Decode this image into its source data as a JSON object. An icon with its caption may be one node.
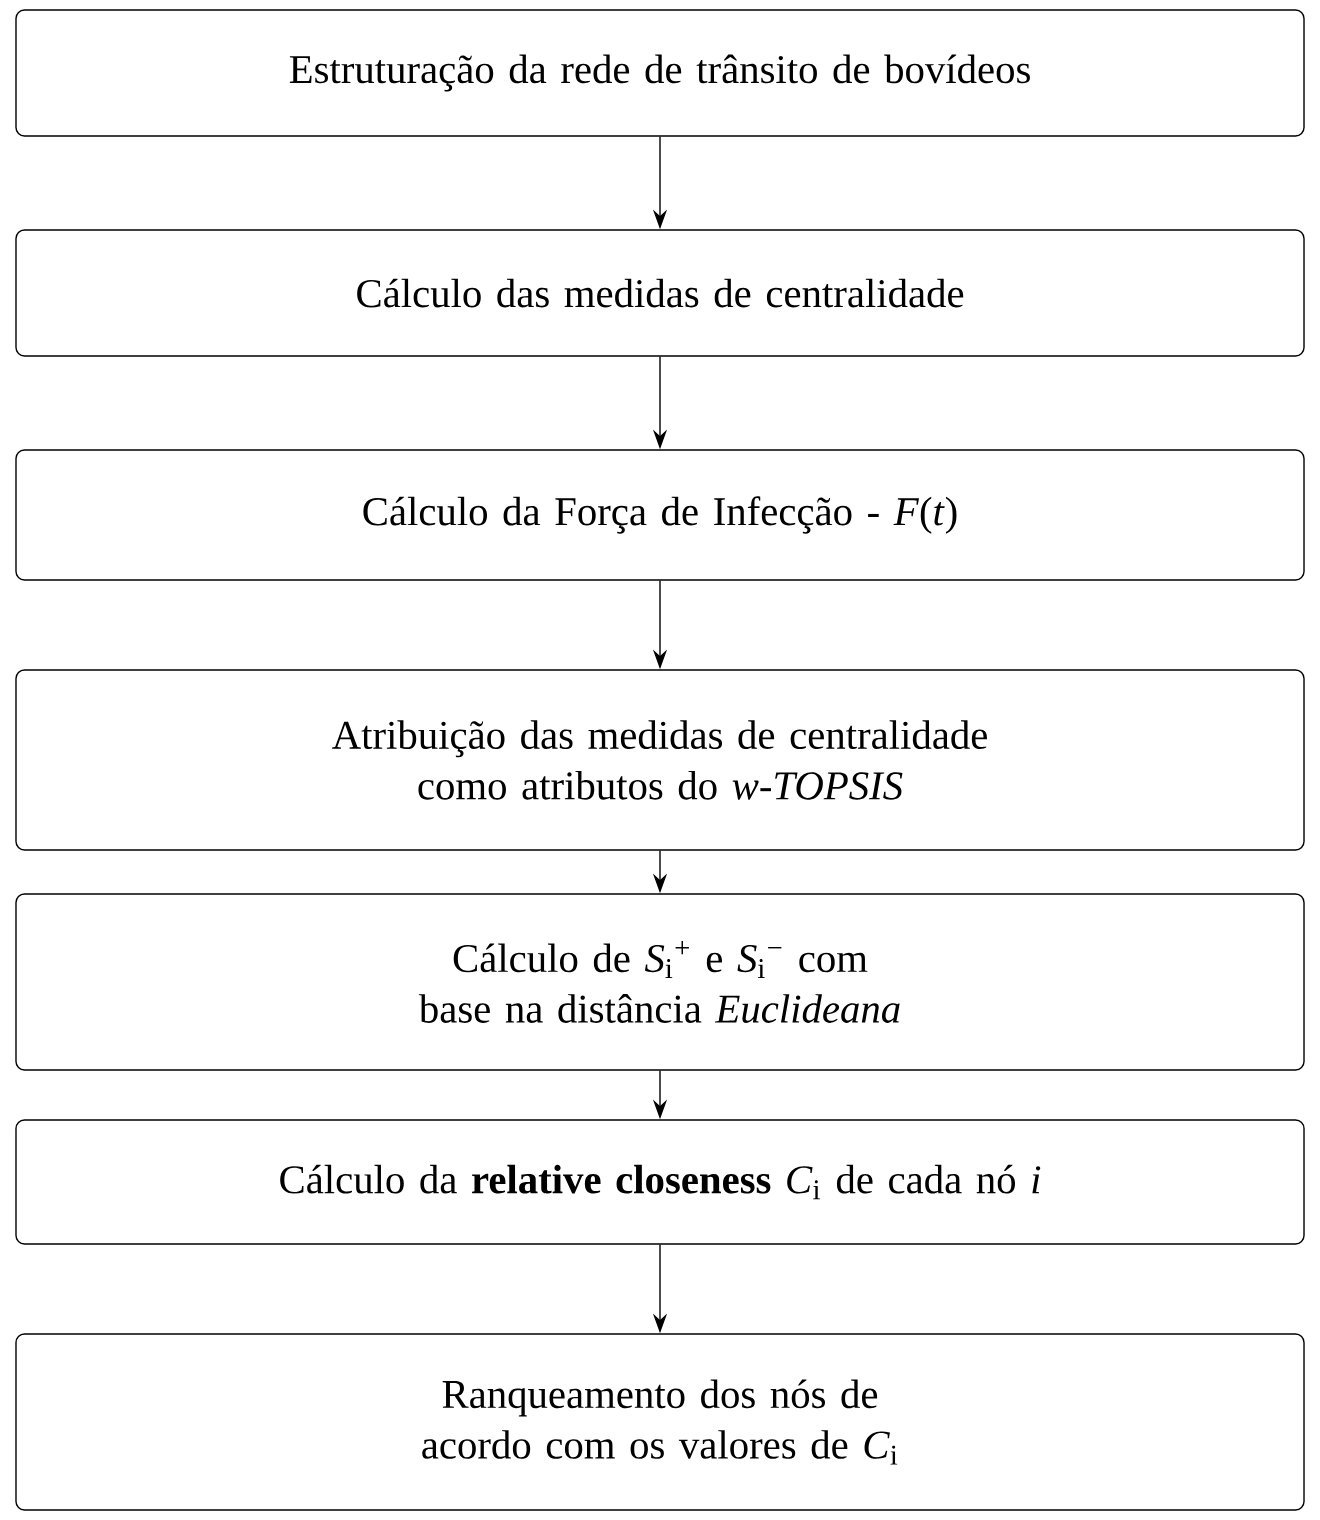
{
  "diagram": {
    "nodes": [
      {
        "text": [
          "Estruturação da rede de trânsito de bovídeos"
        ]
      },
      {
        "text": [
          "Cálculo das medidas de centralidade"
        ]
      },
      {
        "text": [
          "Cálculo da Força de Infecção - *F*(*t*)"
        ]
      },
      {
        "text": [
          "Atribuição das medidas de centralidade como atributos do *w-TOPSIS*"
        ]
      },
      {
        "text": [
          "Cálculo de *S*$_{i}$$^{+}$ e *S*$_{i}$$^{−}$ com base na distância *Euclideana*"
        ]
      },
      {
        "text": [
          "Cálculo da **relative closeness** *C*$_{i}$ de cada nó *i*"
        ]
      },
      {
        "text": [
          "Ranqueamento dos nós de acordo com os valores de *C*$_{i}$"
        ]
      }
    ],
    "edges": [
      {
        "from": 0,
        "to": 1,
        "arrow": "to"
      },
      {
        "from": 1,
        "to": 2,
        "arrow": "to"
      },
      {
        "from": 2,
        "to": 3,
        "arrow": "to"
      },
      {
        "from": 3,
        "to": 4,
        "arrow": "to"
      },
      {
        "from": 4,
        "to": 5,
        "arrow": "to"
      },
      {
        "from": 5,
        "to": 6,
        "arrow": "to"
      }
    ]
  }
}
